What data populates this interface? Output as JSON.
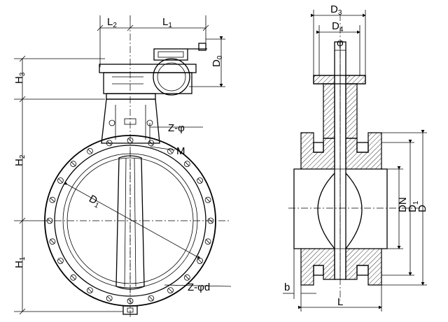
{
  "labels": {
    "L2_main": "L",
    "L2_sub": "2",
    "L1_main": "L",
    "L1_sub": "1",
    "H3_main": "H",
    "H3_sub": "3",
    "H2_main": "H",
    "H2_sub": "2",
    "H1_main": "H",
    "H1_sub": "1",
    "D0_main": "D",
    "D0_sub": "0",
    "Zphi": "Z-φ",
    "M": "M",
    "D1_left_main": "D",
    "D1_left_sub": "1",
    "Zphid": "Z-φd",
    "D3_main": "D",
    "D3_sub": "3",
    "D4_main": "D",
    "D4_sub": "4",
    "phi": "φ",
    "DN": "DN",
    "D1_right_main": "D",
    "D1_right_sub": "1",
    "D": "D",
    "b": "b",
    "L": "L"
  }
}
